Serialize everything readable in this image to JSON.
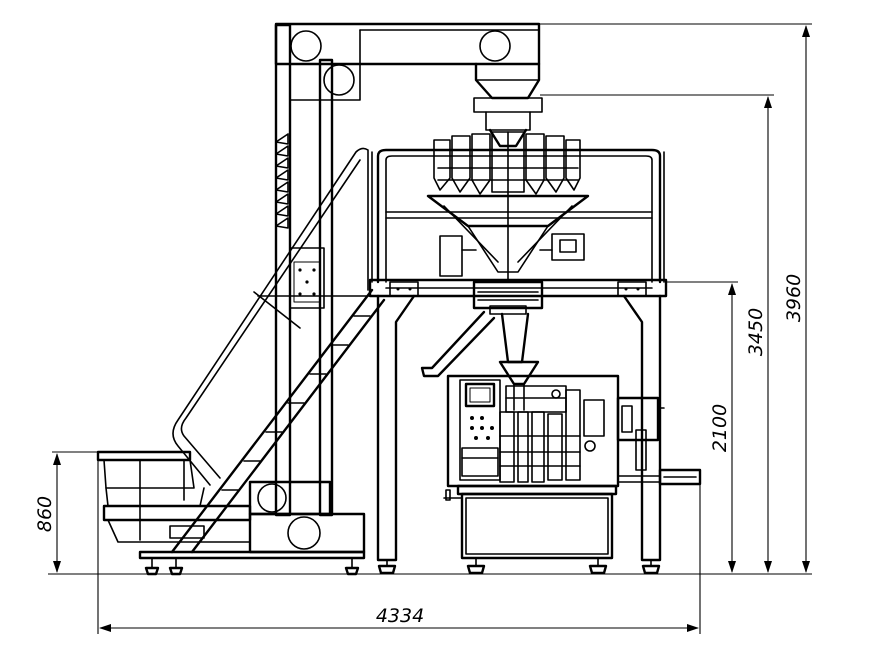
{
  "drawing": {
    "dimensions": {
      "total_width": "4334",
      "total_height": "3960",
      "weigher_height": "3450",
      "platform_height": "2100",
      "hopper_height": "860"
    }
  }
}
